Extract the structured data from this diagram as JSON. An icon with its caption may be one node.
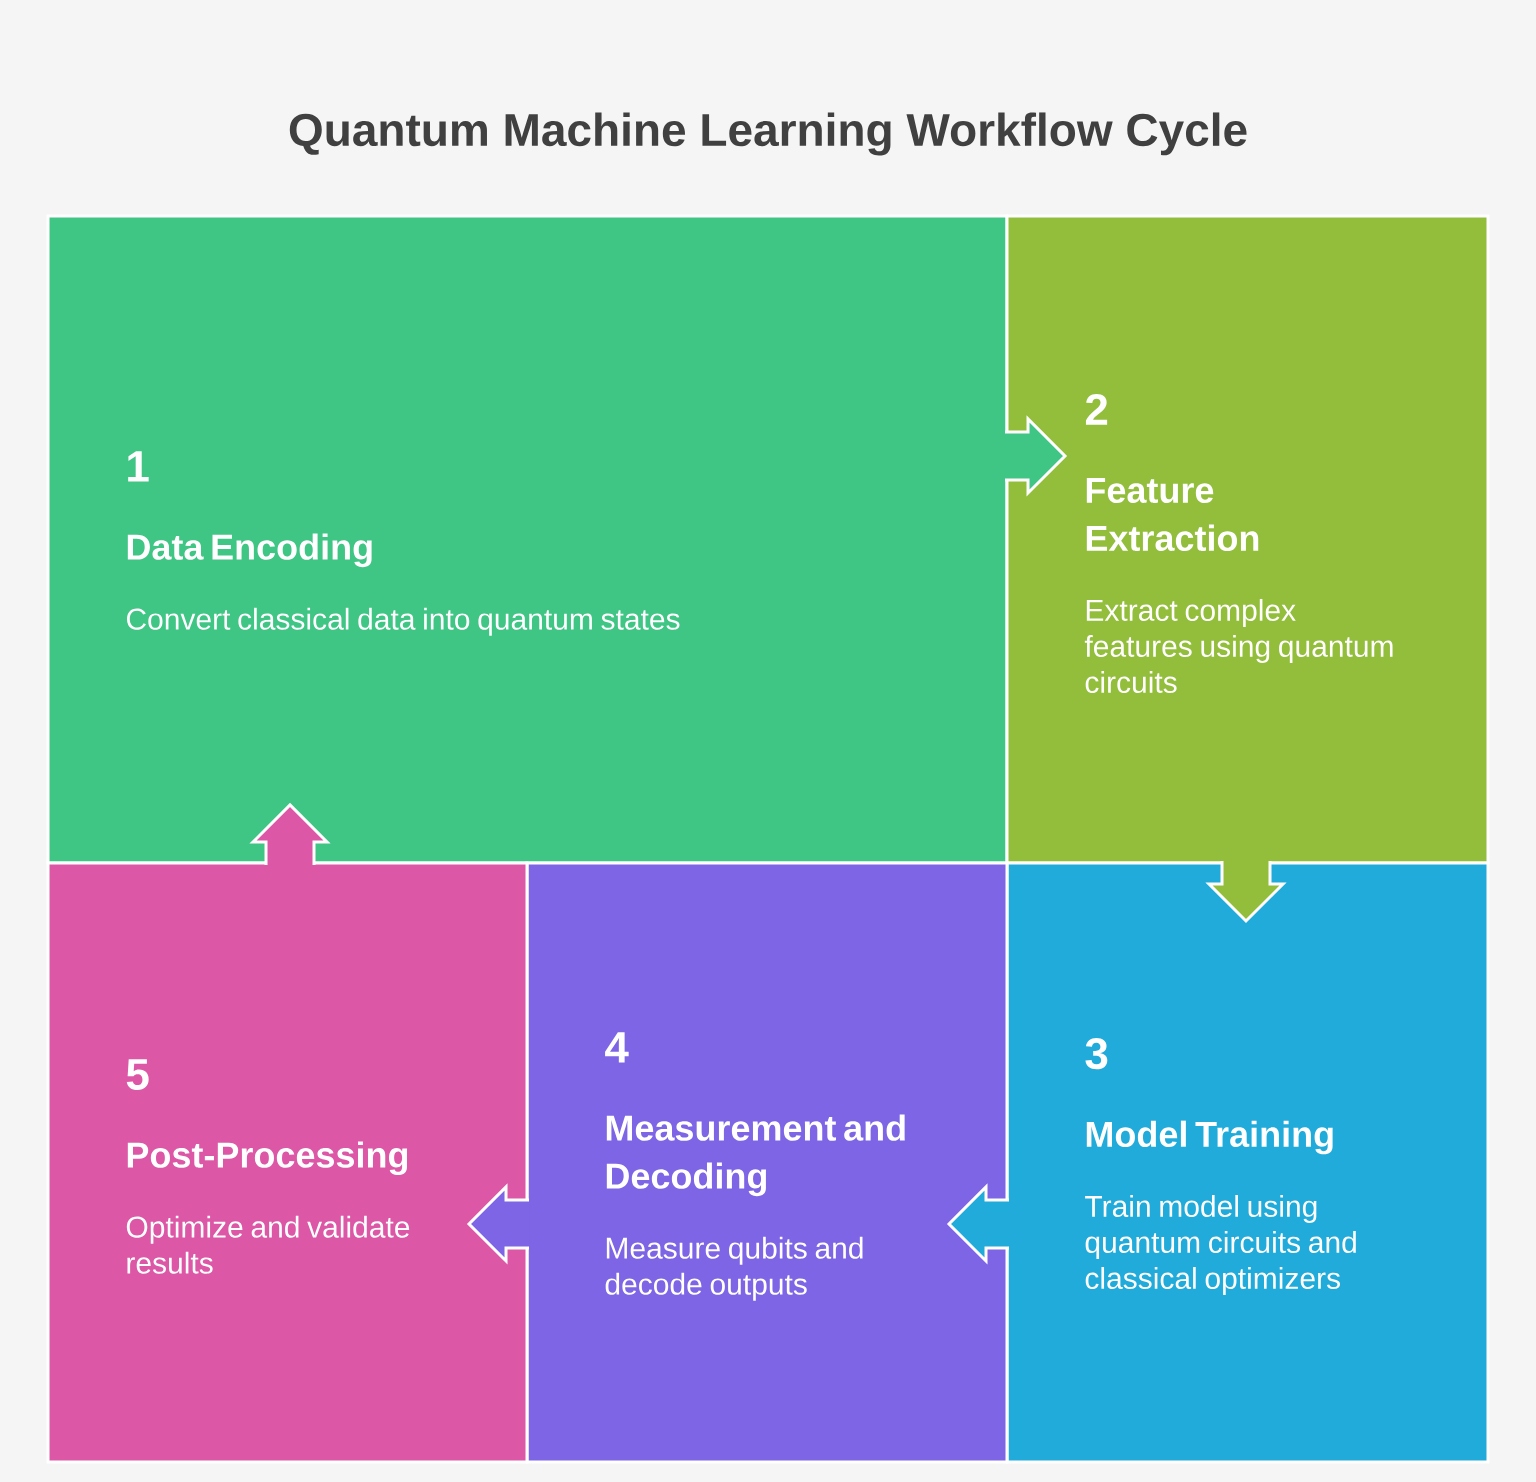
{
  "diagram": {
    "title": "Quantum Machine Learning Workflow Cycle",
    "nodes": [
      {
        "text": [
          "1",
          "Data Encoding",
          "Convert classical data into quantum states"
        ]
      },
      {
        "text": [
          "2",
          "Feature Extraction",
          "Extract complex features using quantum circuits"
        ]
      },
      {
        "text": [
          "3",
          "Model Training",
          "Train model using quantum circuits and classical optimizers"
        ]
      },
      {
        "text": [
          "4",
          "Measurement and Decoding",
          "Measure qubits and decode outputs"
        ]
      },
      {
        "text": [
          "5",
          "Post-Processing",
          "Optimize and validate results"
        ]
      }
    ],
    "edges": [
      {
        "from": 0,
        "to": 1,
        "arrow": "to"
      },
      {
        "from": 1,
        "to": 2,
        "arrow": "to"
      },
      {
        "from": 2,
        "to": 3,
        "arrow": "to"
      },
      {
        "from": 3,
        "to": 4,
        "arrow": "to"
      },
      {
        "from": 4,
        "to": 0,
        "arrow": "to"
      }
    ]
  }
}
